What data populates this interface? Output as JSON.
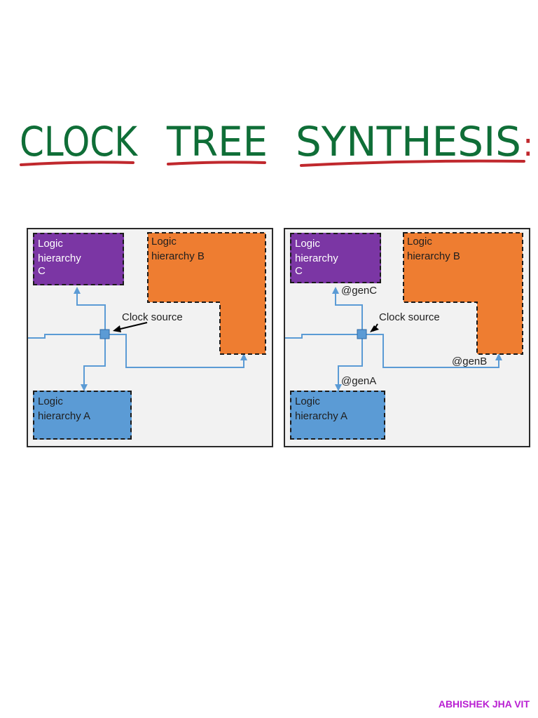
{
  "title": {
    "word1": "CLOCK",
    "word2": "TREE",
    "word3": "SYNTHESIS",
    "colon": ":",
    "color": "#0f6e37",
    "underline_color": "#c0282d"
  },
  "diagrams": [
    {
      "block_c": {
        "line1": "Logic",
        "line2": "hierarchy",
        "line3": "C"
      },
      "block_b": {
        "line1": "Logic",
        "line2": "hierarchy B"
      },
      "block_a": {
        "line1": "Logic",
        "line2": "hierarchy A"
      },
      "clock_source_label": "Clock source"
    },
    {
      "block_c": {
        "line1": "Logic",
        "line2": "hierarchy",
        "line3": "C"
      },
      "block_b": {
        "line1": "Logic",
        "line2": "hierarchy B"
      },
      "block_a": {
        "line1": "Logic",
        "line2": "hierarchy A"
      },
      "clock_source_label": "Clock source",
      "gen_c": "@genC",
      "gen_b": "@genB",
      "gen_a": "@genA"
    }
  ],
  "colors": {
    "purple": "#7b36a4",
    "orange": "#ee7d31",
    "blue": "#5b9bd5",
    "wire": "#5b9bd5",
    "panel_bg": "#f2f2f2"
  },
  "footer": "ABHISHEK JHA VIT"
}
